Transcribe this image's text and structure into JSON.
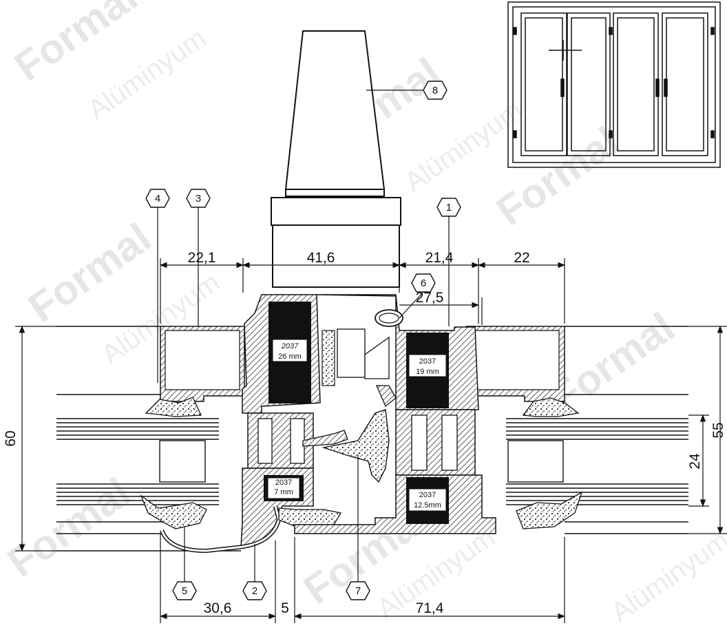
{
  "watermark": {
    "brand": "Formal",
    "subtitle": "Alüminyum"
  },
  "dimensions": {
    "top_left": "22,1",
    "top_center": "41,6",
    "top_right_inner": "21,4",
    "top_right_outer": "22",
    "diagonal": "27,5",
    "left_total": "60",
    "right_total": "55",
    "right_glass": "24",
    "bottom_left": "30,6",
    "bottom_gap": "5",
    "bottom_right": "71,4"
  },
  "callouts": [
    "1",
    "2",
    "3",
    "4",
    "5",
    "6",
    "7",
    "8"
  ],
  "insulation_labels": [
    {
      "code": "2037",
      "size": "26 mm"
    },
    {
      "code": "2037",
      "size": "19 mm"
    },
    {
      "code": "2037",
      "size": "7 mm"
    },
    {
      "code": "2037",
      "size": "12.5mm"
    }
  ]
}
